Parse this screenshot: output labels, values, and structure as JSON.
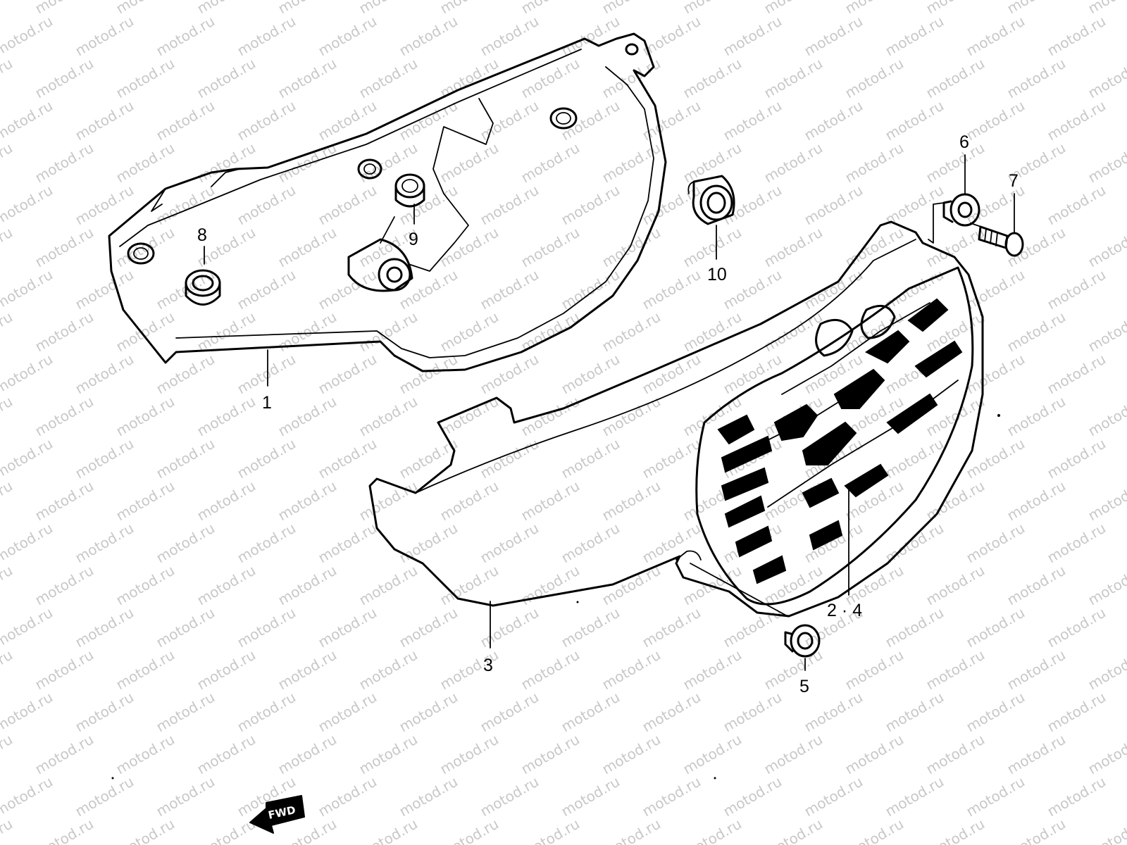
{
  "watermark": {
    "text": "motod.ru"
  },
  "callouts": {
    "c1": "1",
    "c24": "2 · 4",
    "c3": "3",
    "c5": "5",
    "c6": "6",
    "c7": "7",
    "c8": "8",
    "c9": "9",
    "c10": "10"
  },
  "fwd": {
    "label": "FWD"
  }
}
